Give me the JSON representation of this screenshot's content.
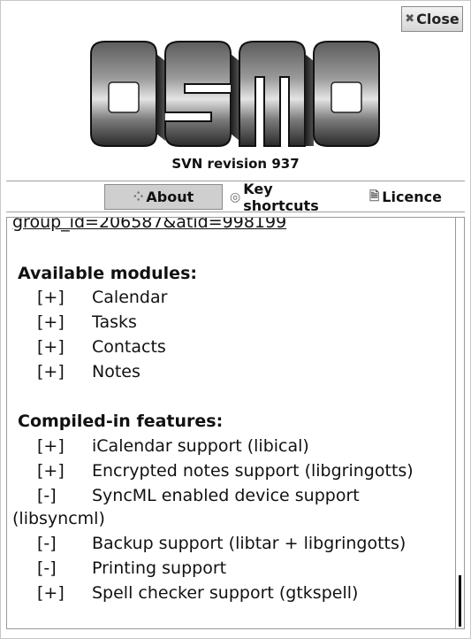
{
  "window": {
    "close_label": "Close",
    "close_icon": "close-x-icon"
  },
  "header": {
    "logo_text": "osmo",
    "revision": "SVN revision 937"
  },
  "tabs": [
    {
      "label": "About",
      "icon": "about-dots-icon",
      "active": true
    },
    {
      "label": "Key shortcuts",
      "icon": "radio-circle-icon",
      "active": false
    },
    {
      "label": "Licence",
      "icon": "document-pen-icon",
      "active": false
    }
  ],
  "content": {
    "link_fragment": "group_id=206587&atid=998199",
    "modules_heading": "Available modules:",
    "modules": [
      {
        "mark": "[+]",
        "label": "Calendar"
      },
      {
        "mark": "[+]",
        "label": "Tasks"
      },
      {
        "mark": "[+]",
        "label": "Contacts"
      },
      {
        "mark": "[+]",
        "label": "Notes"
      }
    ],
    "features_heading": "Compiled-in features:",
    "features": [
      {
        "mark": "[+]",
        "label": "iCalendar support (libical)"
      },
      {
        "mark": "[+]",
        "label": "Encrypted notes support (libgringotts)"
      },
      {
        "mark": "[-]",
        "label": "SyncML enabled device support",
        "wrap": "(libsyncml)"
      },
      {
        "mark": "[-]",
        "label": "Backup support (libtar + libgringotts)"
      },
      {
        "mark": "[-]",
        "label": "Printing support"
      },
      {
        "mark": "[+]",
        "label": "Spell checker support (gtkspell)"
      }
    ]
  }
}
